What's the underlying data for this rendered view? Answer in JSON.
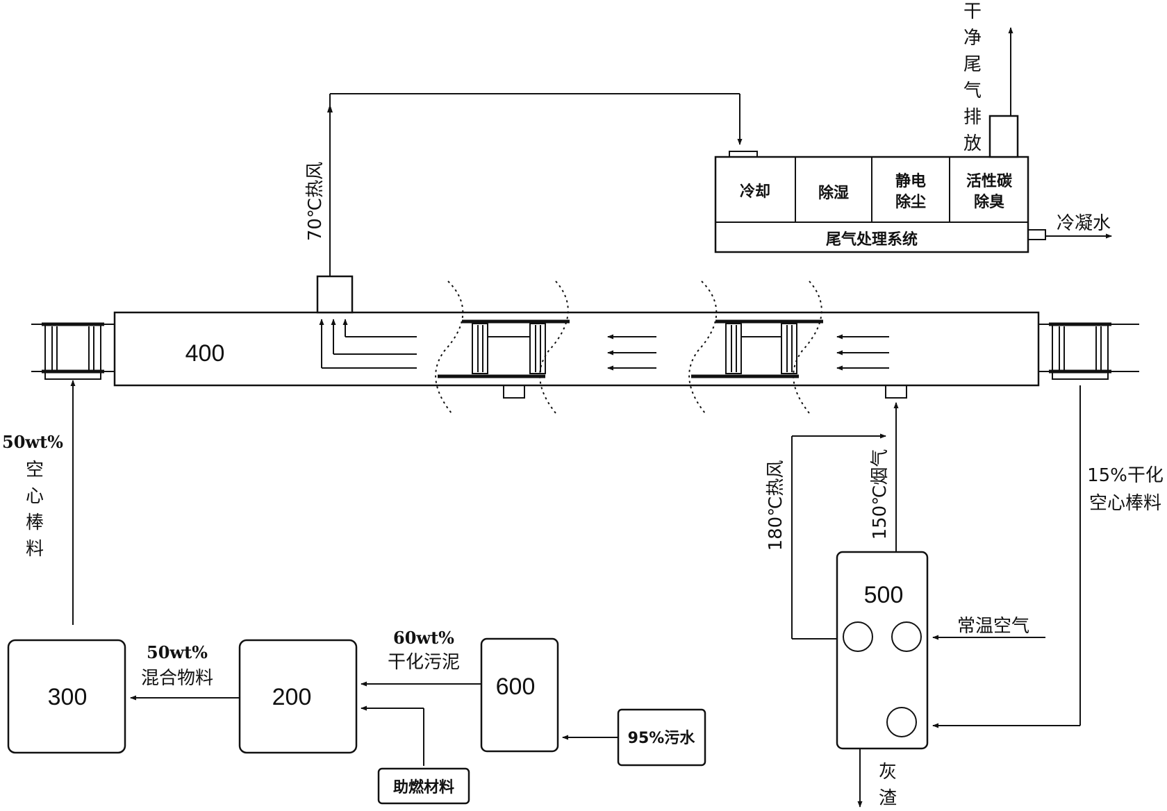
{
  "units": {
    "u400": "400",
    "u500": "500",
    "u300": "300",
    "u200": "200",
    "u600": "600"
  },
  "treatment": {
    "cool": "冷却",
    "dehum": "除湿",
    "esp_1": "静电",
    "esp_2": "除尘",
    "carbon_1": "活性碳",
    "carbon_2": "除臭",
    "system": "尾气处理系统",
    "condensate": "冷凝水",
    "clean_exhaust": [
      "干",
      "净",
      "尾",
      "气",
      "排",
      "放"
    ]
  },
  "flows": {
    "hot_air_70": "70℃热风",
    "hollow_rod": {
      "pct": "50wt%",
      "chars": [
        "空",
        "心",
        "棒",
        "料"
      ]
    },
    "hot_air_180": "180℃热风",
    "flue_150": "150℃烟气",
    "dried_rod_1": "15%干化",
    "dried_rod_2": "空心棒料",
    "ambient_air": "常温空气",
    "ash": [
      "灰",
      "渣"
    ],
    "mixture_1": "50wt%",
    "mixture_2": "混合物料",
    "sludge_1": "60wt%",
    "sludge_2": "干化污泥",
    "combustion_aid": "助燃材料",
    "sewage": "95%污水"
  }
}
